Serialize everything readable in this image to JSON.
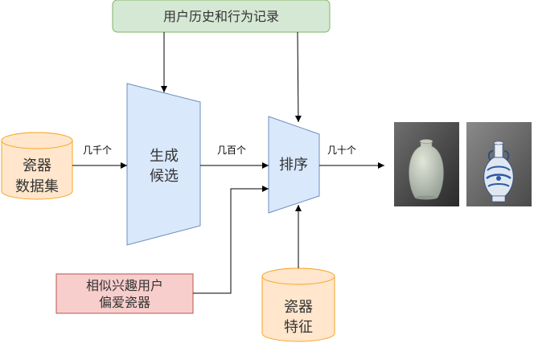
{
  "user_history_label": "用户历史和行为记录",
  "dataset_label": "瓷器\n数据集",
  "candidate_label": "生成\n候选",
  "rank_label": "排序",
  "similar_users_label": "相似兴趣用户\n偏爱瓷器",
  "feature_label": "瓷器\n特征",
  "edge_thousands": "几千个",
  "edge_hundreds": "几百个",
  "edge_tens": "几十个",
  "colors": {
    "green_fill": "#d5e8d4",
    "green_stroke": "#82b366",
    "blue_fill": "#dae8fc",
    "blue_stroke": "#6c8ebf",
    "orange_fill": "#ffe6cc",
    "orange_stroke": "#f5a623",
    "red_fill": "#f8cecc",
    "red_stroke": "#b85450",
    "edge": "#000000",
    "text": "#333333"
  },
  "icons": {
    "vase_1": "celadon-vase-photo",
    "vase_2": "blue-white-vase-photo"
  }
}
